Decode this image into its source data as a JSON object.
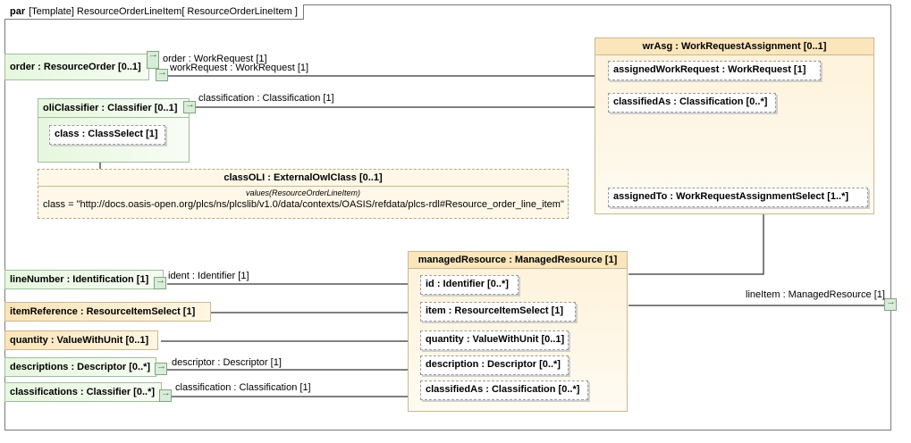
{
  "frame": {
    "keyword": "par",
    "title": "[Template] ResourceOrderLineItem[ ResourceOrderLineItem ]"
  },
  "parts": {
    "order": "order : ResourceOrder [0..1]",
    "oliClassifier": "oliClassifier : Classifier [0..1]",
    "class": "class : ClassSelect [1]",
    "lineNumber": "lineNumber : Identification [1]",
    "itemReference": "itemReference : ResourceItemSelect [1]",
    "quantity": "quantity : ValueWithUnit [0..1]",
    "descriptions": "descriptions : Descriptor [0..*]",
    "classifications": "classifications : Classifier [0..*]"
  },
  "classOLI": {
    "title": "classOLI : ExternalOwlClass [0..1]",
    "values_label": "values(ResourceOrderLineItem)",
    "value": "class = \"http://docs.oasis-open.org/plcs/ns/plcslib/v1.0/data/contexts/OASIS/refdata/plcs-rdl#Resource_order_line_item\""
  },
  "wrAsg": {
    "title": "wrAsg : WorkRequestAssignment [0..1]",
    "assignedWorkRequest": "assignedWorkRequest : WorkRequest [1]",
    "classifiedAs": "classifiedAs : Classification [0..*]",
    "assignedTo": "assignedTo : WorkRequestAssignmentSelect [1..*]"
  },
  "managedResource": {
    "title": "managedResource : ManagedResource [1]",
    "id": "id : Identifier [0..*]",
    "item": "item : ResourceItemSelect [1]",
    "quantity": "quantity : ValueWithUnit [0..1]",
    "description": "description : Descriptor [0..*]",
    "classifiedAs": "classifiedAs : Classification [0..*]"
  },
  "connector_labels": {
    "order": "order : WorkRequest [1]",
    "workRequest": "workRequest : WorkRequest [1]",
    "classification_top": "classification : Classification [1]",
    "ident": "ident : Identifier [1]",
    "descriptor": "descriptor : Descriptor [1]",
    "classification_bottom": "classification : Classification [1]",
    "lineItem": "lineItem : ManagedResource [1]"
  }
}
